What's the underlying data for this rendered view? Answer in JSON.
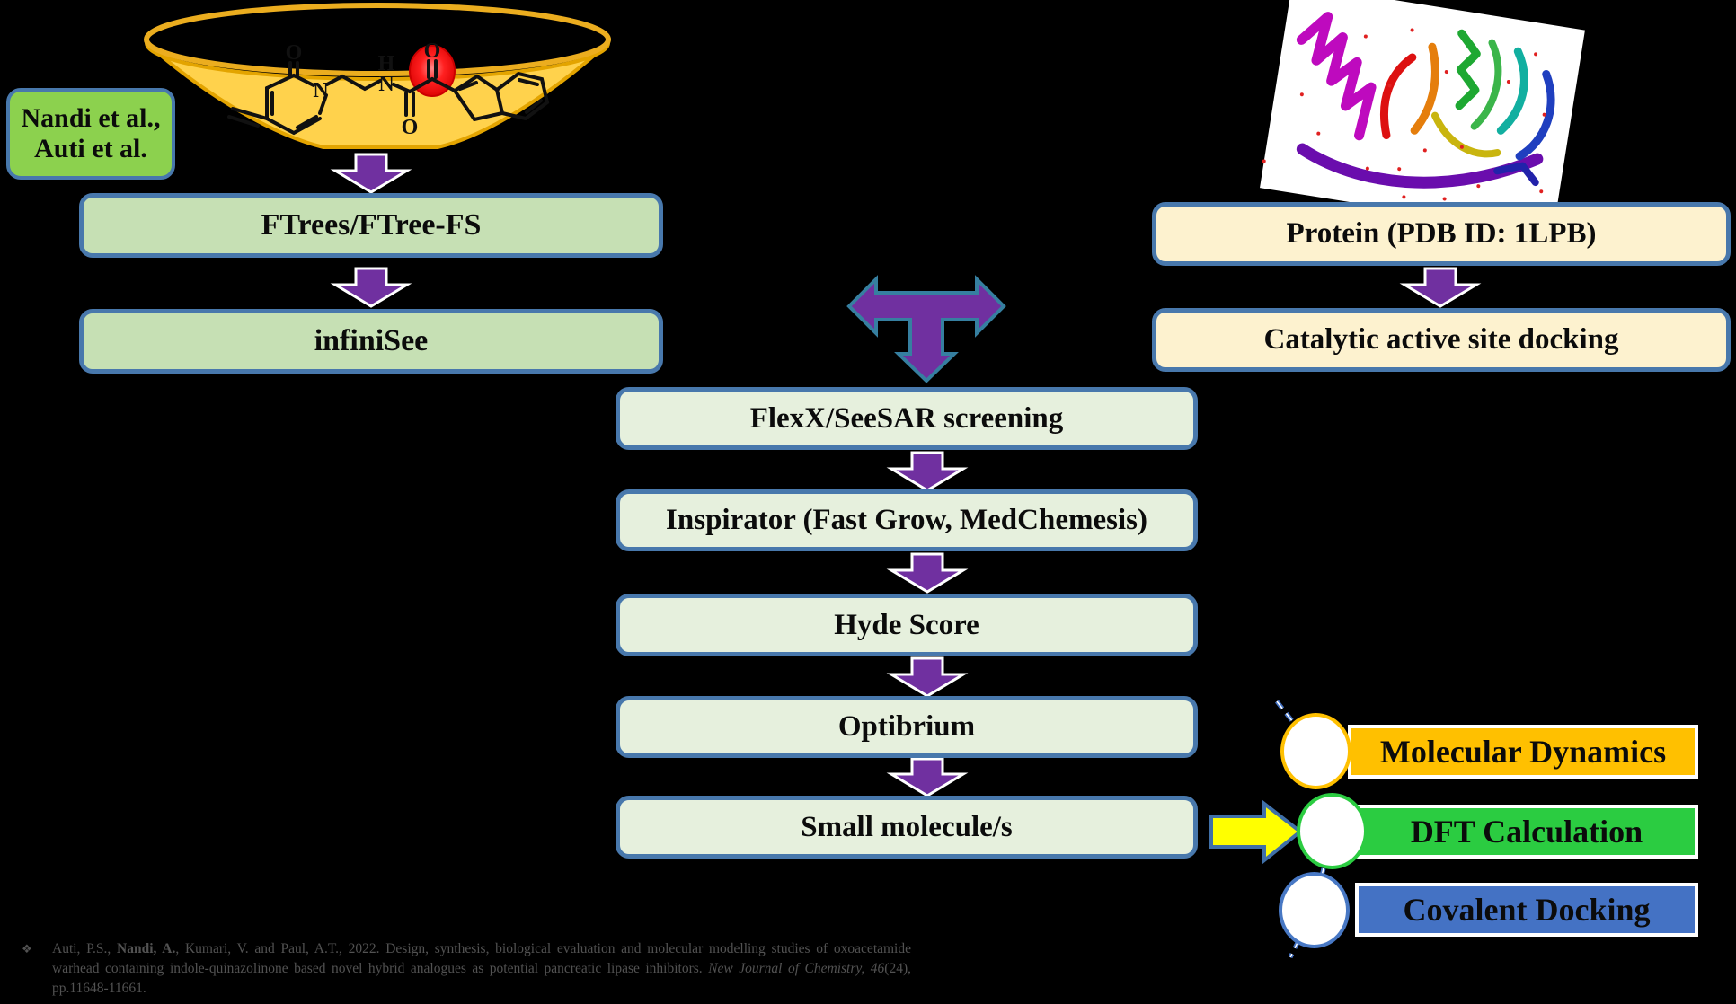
{
  "annotation_box": {
    "line1": "Nandi et al.,",
    "line2": "Auti et al."
  },
  "left_column": {
    "boxes": [
      {
        "label": "FTrees/FTree-FS"
      },
      {
        "label": "infiniSee"
      }
    ]
  },
  "right_column": {
    "boxes": [
      {
        "label": "Protein (PDB ID: 1LPB)"
      },
      {
        "label": "Catalytic  active site docking"
      }
    ]
  },
  "center_column": {
    "boxes": [
      {
        "label": "FlexX/SeeSAR screening"
      },
      {
        "label": "Inspirator (Fast Grow, MedChemesis)"
      },
      {
        "label": "Hyde Score"
      },
      {
        "label": "Optibrium"
      },
      {
        "label": "Small molecule/s"
      }
    ]
  },
  "output_items": [
    {
      "label": "Molecular Dynamics",
      "color": "#FFC000"
    },
    {
      "label": "DFT Calculation",
      "color": "#2BCC41"
    },
    {
      "label": "Covalent Docking",
      "color": "#4472C4"
    }
  ],
  "molecule": {
    "atoms": {
      "ring_carbonyl_o": "O",
      "ring_n": "N",
      "amide_h": "H",
      "amide_n": "N",
      "amide_carbonyl_o": "O",
      "keto_o": "O"
    }
  },
  "citation": {
    "bullet": "❖",
    "part1": "Auti, P.S., ",
    "part2": "Nandi, A.",
    "part3": ", Kumari, V. and Paul, A.T., 2022. Design, synthesis, biological evaluation and molecular modelling studies of oxoacetamide warhead containing indole-quinazolinone based novel hybrid analogues as potential pancreatic lipase inhibitors. ",
    "part4": "New Journal of Chemistry, 46",
    "part5": "(24), pp.11648-11661."
  },
  "colors": {
    "background": "#000000",
    "box_border_blue": "#4878AC",
    "left_box_fill": "#C6E0B4",
    "center_box_fill": "#E6F0DD",
    "right_box_fill": "#FDF2CF",
    "annotation_fill": "#8CD14E",
    "arrow_purple": "#7030A0",
    "three_way_arrow_outline": "#367FA0",
    "yellow_arrow": "#FFFF00",
    "funnel_gold": "#FFD24C",
    "highlight_red": "#E80000"
  }
}
